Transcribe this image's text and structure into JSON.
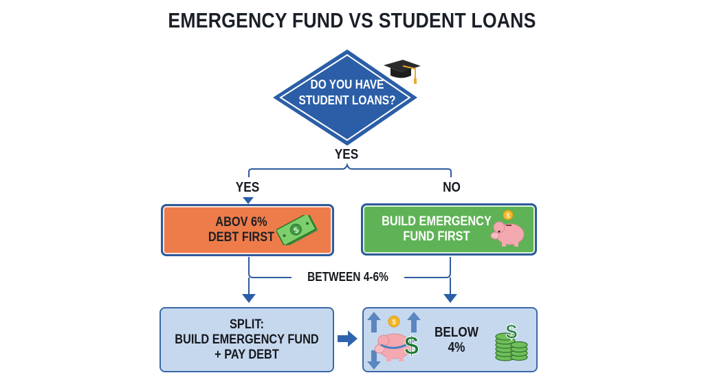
{
  "title": "EMERGENCY FUND VS STUDENT LOANS",
  "decision": {
    "line1": "DO YOU HAVE",
    "line2": "STUDENT LOANS?",
    "icon": "graduation-cap-icon"
  },
  "labels": {
    "top_yes": "YES",
    "branch_yes": "YES",
    "branch_no": "NO",
    "between": "BETWEEN 4-6%"
  },
  "boxes": {
    "debt_first": {
      "line1": "ABOV 6%",
      "line2": "DEBT FIRST",
      "icon": "cash-bill-icon",
      "color": "#ee7c4a"
    },
    "fund_first": {
      "line1": "BUILD EMERGENCY",
      "line2": "FUND FIRST",
      "icon": "piggy-bank-icon",
      "color": "#5fb356"
    },
    "split": {
      "line1": "SPLIT:",
      "line2": "BUILD EMERGENCY FUND",
      "line3": "+ PAY DEBT",
      "color": "#c6d8ee"
    },
    "below": {
      "text": "BELOW 4%",
      "icons": [
        "piggy-bank-arrows-icon",
        "dollar-sign-icon",
        "coin-stack-icon"
      ],
      "color": "#c6d8ee"
    }
  },
  "colors": {
    "diamond": "#2b5ea7",
    "connector": "#2d5a9c",
    "text_dark": "#15181e"
  }
}
